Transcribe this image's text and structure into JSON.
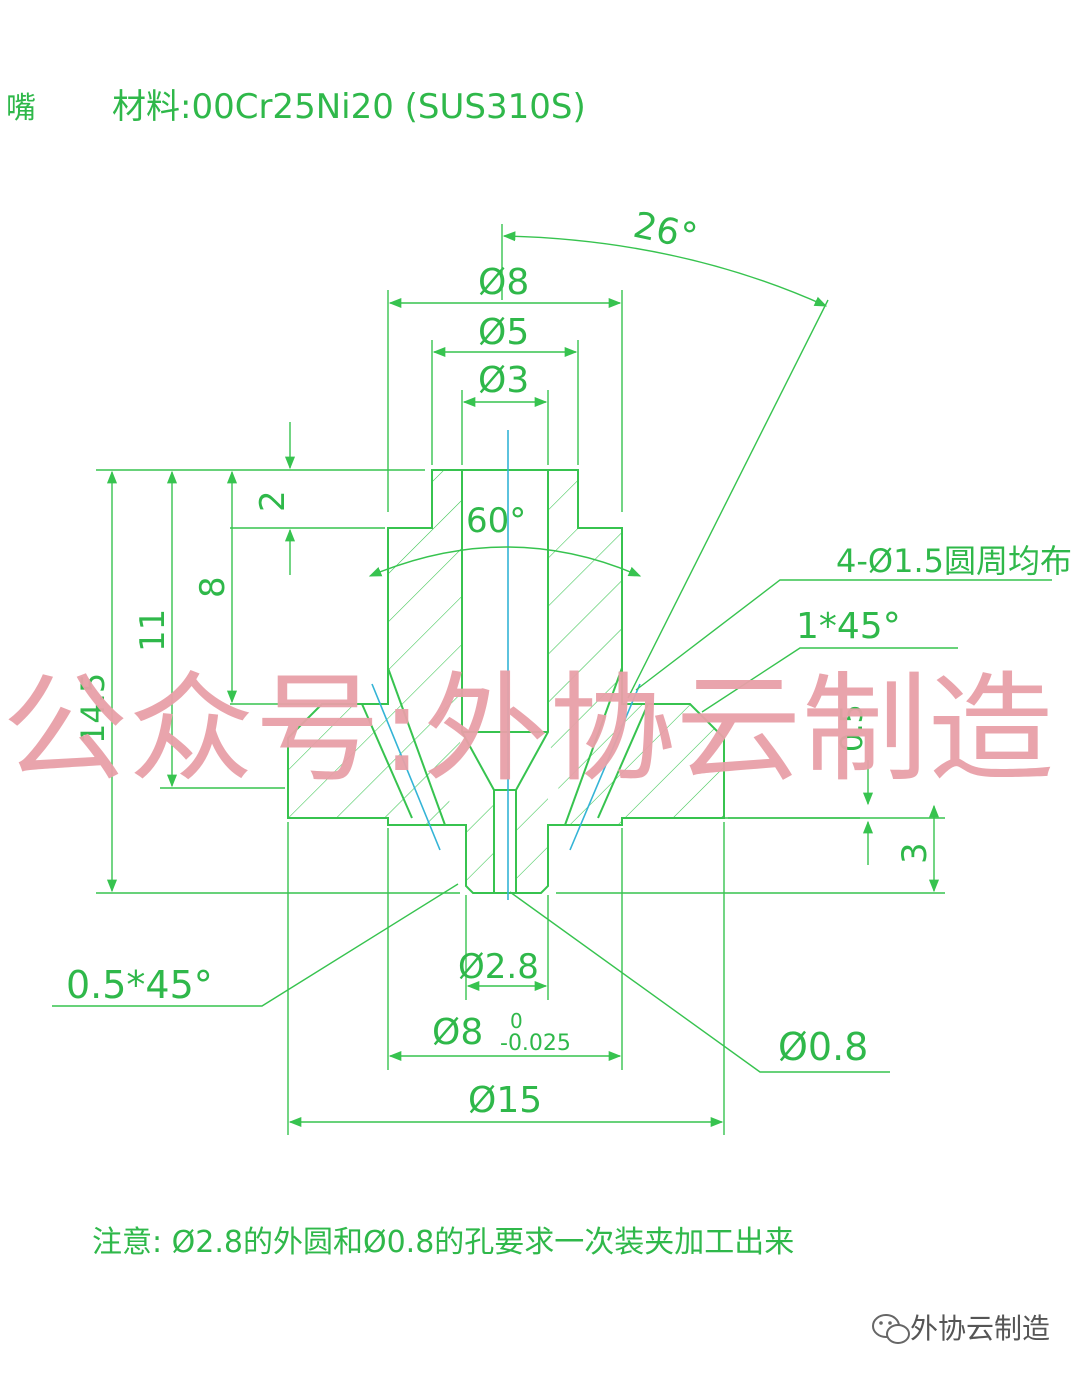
{
  "title_fragment": "嘴",
  "material_line": "材料:00Cr25Ni20 (SUS310S)",
  "dimensions": {
    "angle_top": "26°",
    "dia_8_top": "Ø8",
    "dia_5": "Ø5",
    "dia_3": "Ø3",
    "height_2": "2",
    "angle_60": "60°",
    "holes_note": "4-Ø1.5圆周均布",
    "chamfer_1x45": "1*45°",
    "height_8": "8",
    "height_11": "11",
    "height_14_5": "14.5",
    "height_0_5": "0.5",
    "height_3": "3",
    "chamfer_0_5x45": "0.5*45°",
    "dia_2_8": "Ø2.8",
    "dia_8_bottom": "Ø8",
    "tol_upper": "0",
    "tol_lower": "-0.025",
    "dia_0_8": "Ø0.8",
    "dia_15": "Ø15"
  },
  "note": "注意: Ø2.8的外圆和Ø0.8的孔要求一次装夹加工出来",
  "watermark": "公众号:外协云制造",
  "credit": {
    "icon": "wechat-icon",
    "text": "外协云制造"
  },
  "colors": {
    "line": "#37c34f",
    "text": "#2fb84a",
    "centerline": "#34b4d6",
    "watermark": "#e8a0a8"
  }
}
